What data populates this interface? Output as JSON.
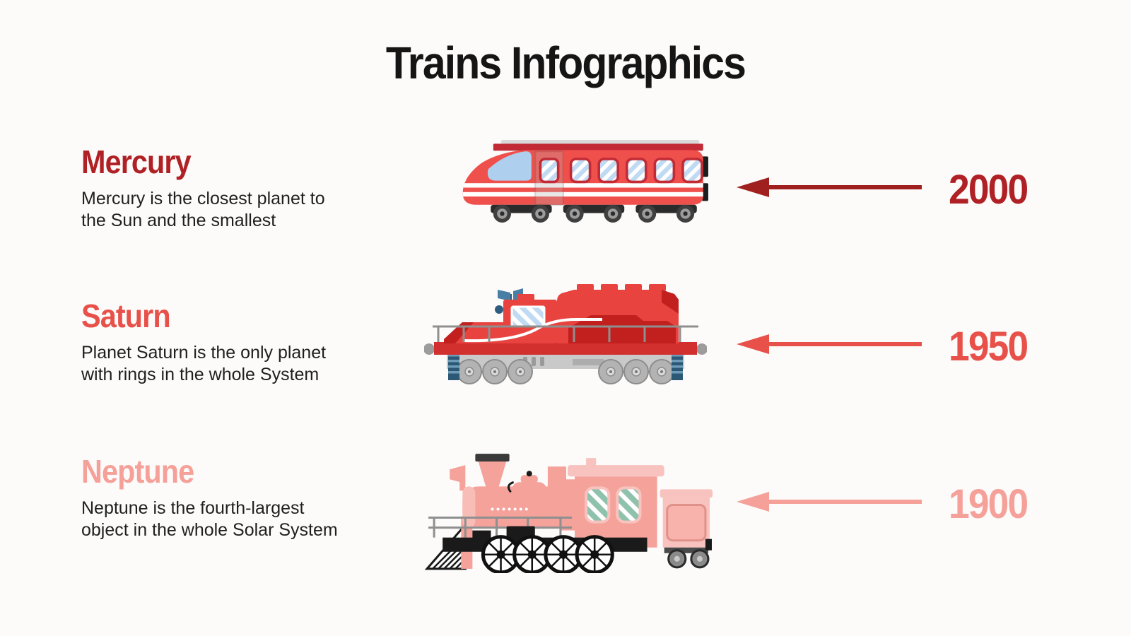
{
  "title": {
    "text": "Trains Infographics",
    "color": "#151515"
  },
  "background_color": "#FCFBFA",
  "text_color": "#1F1F1F",
  "rows": [
    {
      "heading": "Mercury",
      "description": "Mercury is the closest planet to\nthe Sun and the smallest",
      "year": "2000",
      "accent_color": "#B02125",
      "arrow_color": "#A02020",
      "train_icon": "highspeed-train",
      "train_colors": {
        "body": "#F0504C",
        "trim": "#C22B35",
        "glass": "#BFDAF2"
      }
    },
    {
      "heading": "Saturn",
      "description": "Planet Saturn is the only planet\nwith rings in the whole System",
      "year": "1950",
      "accent_color": "#E8504A",
      "arrow_color": "#E8504A",
      "train_icon": "diesel-locomotive",
      "train_colors": {
        "body": "#E8433F",
        "shadow": "#C1201F",
        "glass": "#BFDAF2"
      }
    },
    {
      "heading": "Neptune",
      "description": "Neptune is the fourth-largest\nobject in the whole Solar System",
      "year": "1900",
      "accent_color": "#F5A099",
      "arrow_color": "#F5A099",
      "train_icon": "steam-locomotive",
      "train_colors": {
        "body": "#F5A29B",
        "light": "#F8C3BE",
        "glass": "#8FC2AC"
      }
    }
  ]
}
